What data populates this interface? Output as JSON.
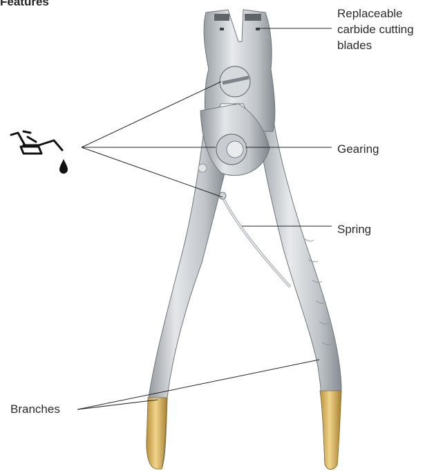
{
  "heading": "Features",
  "labels": {
    "blades_line1": "Replaceable",
    "blades_line2": "carbide cutting",
    "blades_line3": "blades",
    "gearing": "Gearing",
    "spring": "Spring",
    "branches": "Branches"
  },
  "icons": {
    "lubrication": "oil-can-icon"
  },
  "colors": {
    "steel": "#c9ccd0",
    "gold_tip": "#d8b25a",
    "leader_line": "#222222"
  }
}
